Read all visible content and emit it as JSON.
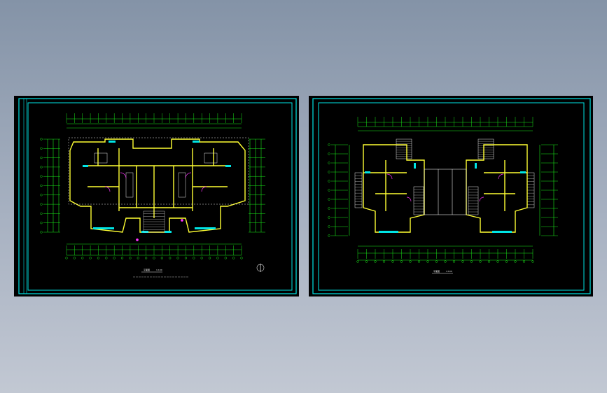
{
  "drawings": [
    {
      "id": "left",
      "title_stamp": "平面图",
      "scale_label": "1:100"
    },
    {
      "id": "right",
      "title_stamp": "平面图",
      "scale_label": "1:100"
    }
  ],
  "colors": {
    "frame": "#00e5e5",
    "grid": "#19e619",
    "walls": "#ffff33",
    "doors": "#ff33ff",
    "windows": "#00e5e5",
    "text": "#e8e8e8"
  }
}
